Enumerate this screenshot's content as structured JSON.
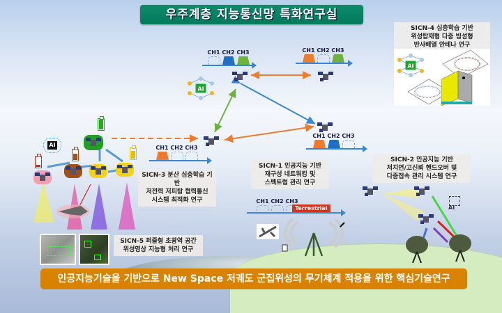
{
  "title": "우주계층 지능통신망 특화연구실",
  "footer": "인공지능기술을 기반으로 New Space 저궤도 군집위성의 무기체계 적용을 위한 핵심기술연구",
  "colors": {
    "title_bg": "#007a5a",
    "footer_bg": "#d98200",
    "link_orange": "#ee7b2e",
    "link_blue": "#3a86d6",
    "link_green": "#6cb33f",
    "ch_blue": "#1f6fc4",
    "ch_green": "#6cb33f",
    "ch_orange": "#ee7b2e",
    "terrestrial_red": "#d0341c"
  },
  "research_items": [
    {
      "id": "SICN-1",
      "lines": [
        "SICN-1 인공지능 기반",
        "재구성 네트워킹 및",
        "스펙트럼 관리 연구"
      ]
    },
    {
      "id": "SICN-2",
      "lines": [
        "SICN-2 인공지능 기반",
        "저지연/고신뢰 핸드오버 및",
        "다중접속 관리 시스템 연구"
      ]
    },
    {
      "id": "SICN-3",
      "lines": [
        "SICN-3 분산 심층학습 기반",
        "저전력 저피탐 협력통신",
        "시스템 최적화 연구"
      ]
    },
    {
      "id": "SICN-4",
      "lines": [
        "SICN-4 심층학습 기반",
        "위성탑재형 다중 빔성형",
        "반사배열 안테나 연구"
      ]
    },
    {
      "id": "SICN-5",
      "lines": [
        "SICN-5 퍼즐형 초광역 공간",
        "위성영상 지능형 처리 연구"
      ]
    }
  ],
  "spectrum_groups": [
    {
      "name": "top-left",
      "labels": [
        "CH1",
        "CH2",
        "CH3"
      ],
      "states": [
        "empty",
        "blue",
        "green"
      ]
    },
    {
      "name": "top-right",
      "labels": [
        "CH1",
        "CH2",
        "CH3"
      ],
      "states": [
        "orange",
        "empty",
        "green"
      ]
    },
    {
      "name": "mid-left",
      "labels": [
        "CH1",
        "CH2",
        "CH3"
      ],
      "states": [
        "orange",
        "empty",
        "empty"
      ]
    },
    {
      "name": "mid-right",
      "labels": [
        "CH1",
        "CH2",
        "CH3"
      ],
      "states": [
        "orange",
        "blue",
        "empty"
      ]
    },
    {
      "name": "terrestrial",
      "labels": [
        "CH1",
        "CH2",
        "CH3"
      ],
      "states": [
        "empty",
        "empty",
        "empty"
      ],
      "extra_label": "Terrestrial"
    }
  ],
  "icons": {
    "ai_label": "AI",
    "ai_label_small": "AI"
  }
}
